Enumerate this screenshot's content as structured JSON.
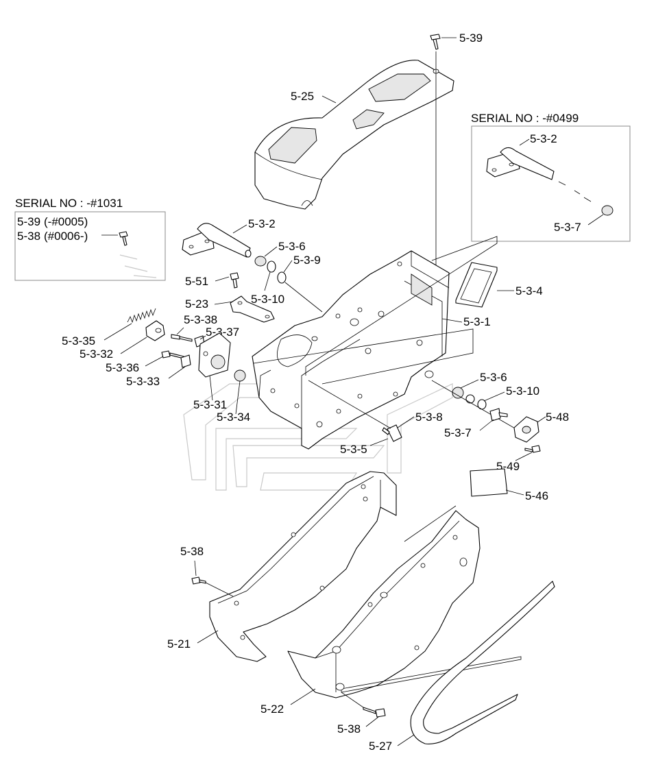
{
  "diagram": {
    "serial_box_right": {
      "title": "SERIAL NO : -#0499"
    },
    "serial_box_left": {
      "title": "SERIAL NO : -#1031",
      "line1_part": "5-39",
      "line1_range": "(-#0005)",
      "line2_part": "5-38",
      "line2_range": "(#0006-)"
    },
    "labels": {
      "l_5_39": "5-39",
      "l_5_25": "5-25",
      "l_5_3_2_box": "5-3-2",
      "l_5_3_7_box": "5-3-7",
      "l_5_3_2": "5-3-2",
      "l_5_3_6_top": "5-3-6",
      "l_5_3_9": "5-3-9",
      "l_5_51": "5-51",
      "l_5_3_10_top": "5-3-10",
      "l_5_3_4": "5-3-4",
      "l_5_23": "5-23",
      "l_5_3_1": "5-3-1",
      "l_5_3_38": "5-3-38",
      "l_5_3_37": "5-3-37",
      "l_5_3_35": "5-3-35",
      "l_5_3_32": "5-3-32",
      "l_5_3_36": "5-3-36",
      "l_5_3_33": "5-3-33",
      "l_5_3_6_bot": "5-3-6",
      "l_5_3_10_bot": "5-3-10",
      "l_5_3_31": "5-3-31",
      "l_5_3_34": "5-3-34",
      "l_5_3_8": "5-3-8",
      "l_5_48": "5-48",
      "l_5_3_7": "5-3-7",
      "l_5_3_5": "5-3-5",
      "l_5_49": "5-49",
      "l_5_46": "5-46",
      "l_5_38_left": "5-38",
      "l_5_21": "5-21",
      "l_5_22": "5-22",
      "l_5_38_bot": "5-38",
      "l_5_27": "5-27"
    }
  }
}
